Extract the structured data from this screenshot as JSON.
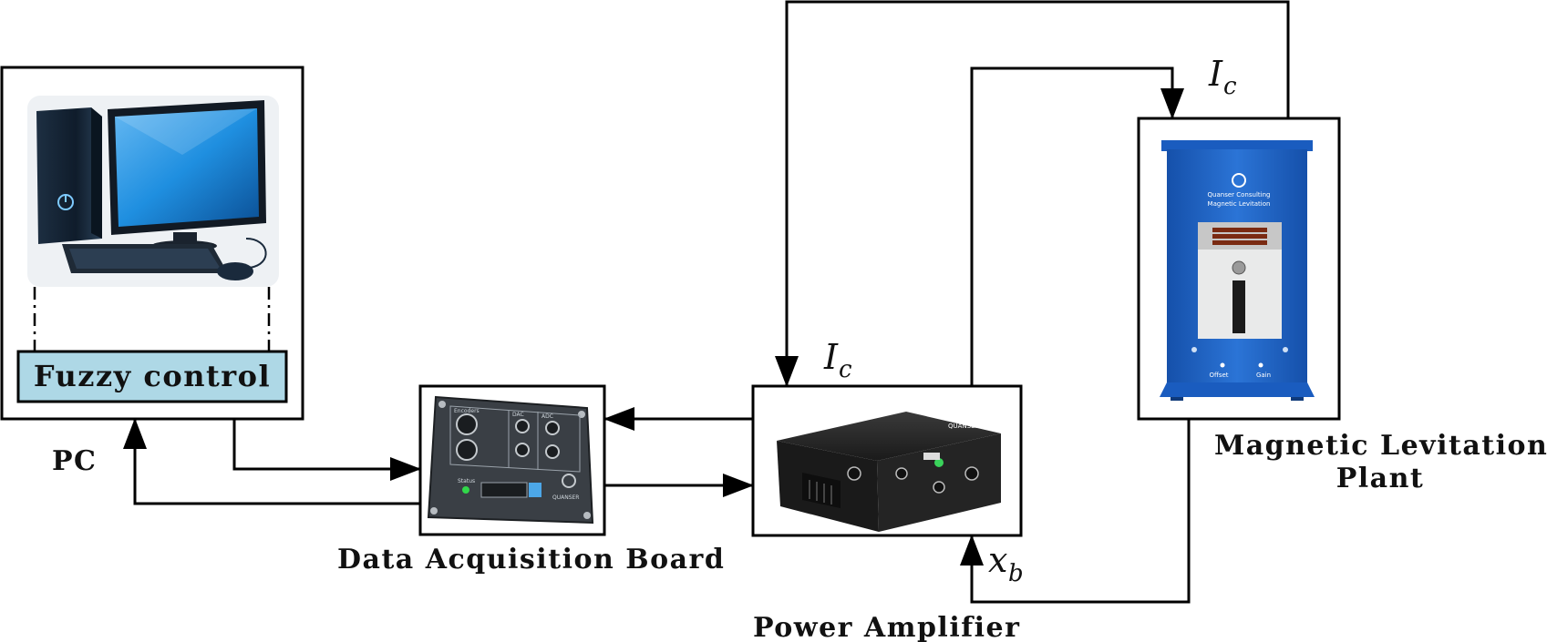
{
  "pc": {
    "label": "PC",
    "fuzzy_label": "Fuzzy control"
  },
  "daq": {
    "label": "Data Acquisition Board",
    "panel_labels": [
      "Encoders",
      "DAC",
      "ADC",
      "Status",
      "QUANSER"
    ]
  },
  "amp": {
    "label": "Power Amplifier",
    "input_signal": "I",
    "input_sub": "c",
    "feedback_signal": "x",
    "feedback_sub": "b",
    "brand": "QUANSER"
  },
  "plant": {
    "label_line1": "Magnetic Levitation",
    "label_line2": "Plant",
    "input_signal": "I",
    "input_sub": "c",
    "device_title_1": "Quanser Consulting",
    "device_title_2": "Magnetic Levitation",
    "knob_1": "Offset",
    "knob_2": "Gain"
  },
  "colors": {
    "line": "#000000",
    "fuzzy_fill": "#aed8e6",
    "plant_blue": "#1e64c8",
    "amp_body": "#1d1d1d",
    "daq_body": "#3a3f45",
    "monitor_blue": "#1f8fe0"
  }
}
